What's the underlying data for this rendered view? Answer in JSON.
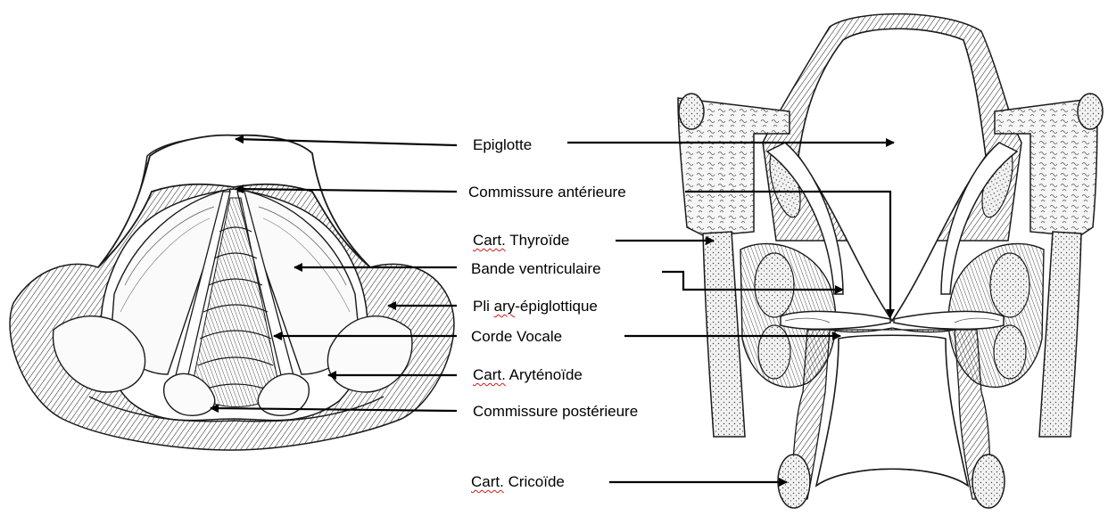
{
  "labels": {
    "epiglotte": "Epiglotte",
    "commissure_anterieure": "Commissure antérieure",
    "cart_thyroide_prefix": "Cart.",
    "cart_thyroide_rest": " Thyroïde",
    "bande_ventriculaire": "Bande ventriculaire",
    "pli_prefix": "Pli ",
    "pli_wavy": "ary",
    "pli_rest": "-épiglottique",
    "corde_vocale": "Corde Vocale",
    "cart_arytenoide_prefix": "Cart.",
    "cart_arytenoide_rest": " Aryténoïde",
    "commissure_posterieure": "Commissure postérieure",
    "cart_cricoide_prefix": "Cart.",
    "cart_cricoide_rest": " Cricoïde"
  },
  "colors": {
    "line": "#000000",
    "spellcheck_underline": "#d21a1a",
    "illustration_stroke": "#1a1a1a",
    "stipple_fill": "#e8e8e8"
  }
}
